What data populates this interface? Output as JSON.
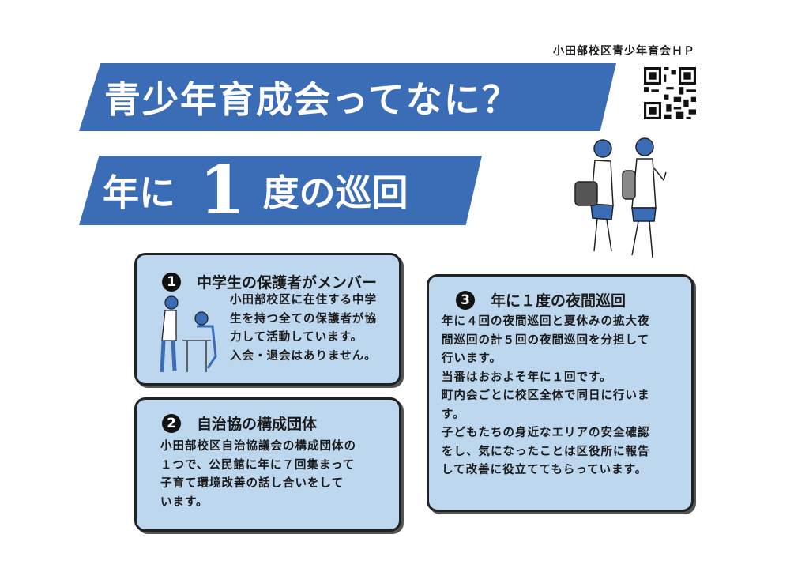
{
  "header": {
    "hp_label": "小田部校区青少年育会ＨＰ",
    "qr_icon": "qr-code-icon"
  },
  "banner1": {
    "title": "青少年育成会ってなに？"
  },
  "banner2": {
    "prefix": "年に",
    "number": "1",
    "suffix": "度の巡回"
  },
  "sections": [
    {
      "number": "1",
      "title": "中学生の保護者がメンバー",
      "lines": [
        "小田部校区に在住する中学",
        "生を持つ全ての保護者が協",
        "力して活動しています。",
        "入会・退会はありません。"
      ]
    },
    {
      "number": "2",
      "title": "自治協の構成団体",
      "lines": [
        "小田部校区自治協議会の構成団体の",
        "１つで、公民館に年に７回集まって",
        "子育て環境改善の話し合いをして",
        "います。"
      ]
    },
    {
      "number": "3",
      "title": "年に１度の夜間巡回",
      "lines": [
        "年に４回の夜間巡回と夏休みの拡大夜",
        "間巡回の計５回の夜間巡回を分担して",
        "行います。",
        "当番はおおよそ年に１回です。",
        "町内会ごとに校区全体で同日に行いま",
        "す。",
        "子どもたちの身近なエリアの安全確認",
        "をし、気になったことは区役所に報告",
        "して改善に役立ててもらっています。"
      ]
    }
  ],
  "colors": {
    "banner": "#3b6db6",
    "box": "#bdd7ee"
  }
}
